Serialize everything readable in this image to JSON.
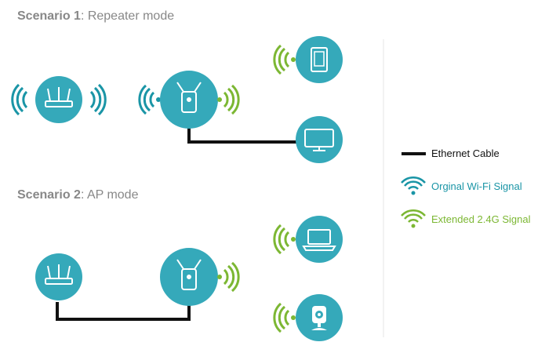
{
  "scenario1": {
    "number": "Scenario 1",
    "mode": ": Repeater mode"
  },
  "scenario2": {
    "number": "Scenario 2",
    "mode": ": AP mode"
  },
  "legend": {
    "ethernet": "Ethernet Cable",
    "original_wifi": "Orginal Wi-Fi Signal",
    "extended_wifi": "Extended 2.4G Signal"
  },
  "colors": {
    "circle": "#35A9BA",
    "original_signal": "#1A95A6",
    "extended_signal": "#7CB733",
    "title": "#888888",
    "cable": "#111111"
  },
  "icons": [
    "router-icon",
    "range-extender-icon",
    "tablet-icon",
    "monitor-icon",
    "laptop-icon",
    "ip-camera-icon",
    "wifi-icon"
  ]
}
